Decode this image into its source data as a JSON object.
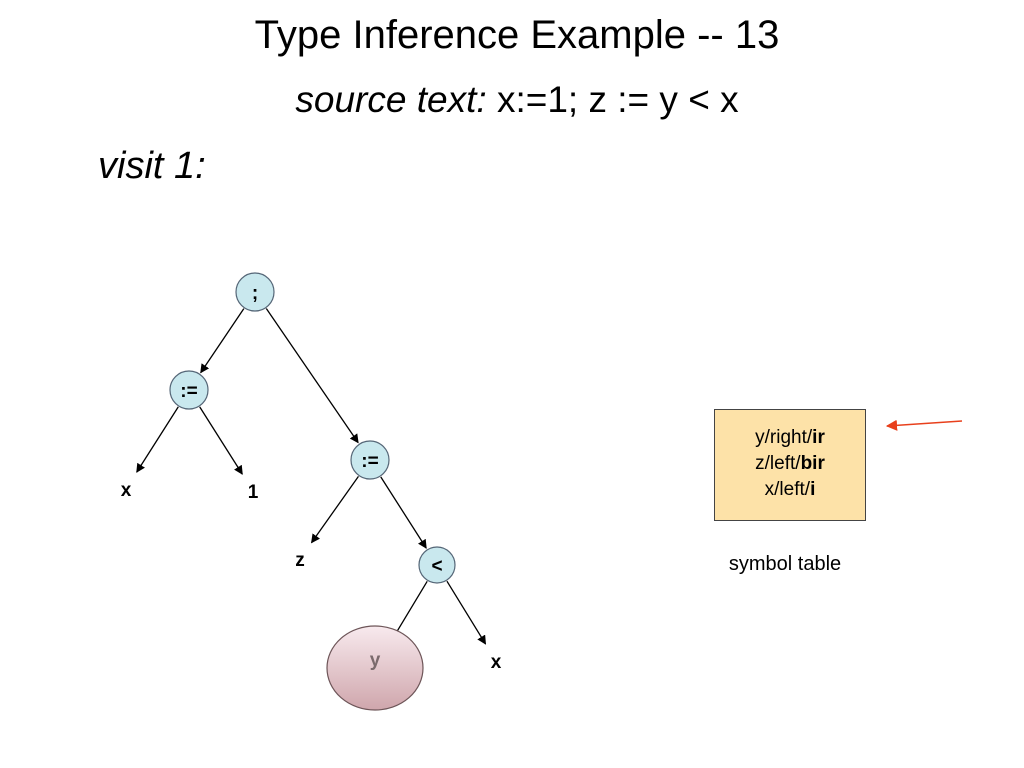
{
  "slide": {
    "title": "Type Inference Example -- 13",
    "subtitle_label": "source text:",
    "subtitle_code": " x:=1; z := y < x",
    "visit_label": "visit 1:"
  },
  "tree": {
    "nodes": [
      {
        "id": "root",
        "label": ";",
        "kind": "op"
      },
      {
        "id": "assign1",
        "label": ":=",
        "kind": "op"
      },
      {
        "id": "assign2",
        "label": ":=",
        "kind": "op"
      },
      {
        "id": "lt",
        "label": "<",
        "kind": "op"
      },
      {
        "id": "y",
        "label": "y",
        "kind": "current"
      },
      {
        "id": "x1",
        "label": "x",
        "kind": "leaf"
      },
      {
        "id": "one",
        "label": "1",
        "kind": "leaf"
      },
      {
        "id": "z",
        "label": "z",
        "kind": "leaf"
      },
      {
        "id": "x2",
        "label": "x",
        "kind": "leaf"
      }
    ],
    "edges": [
      {
        "from": "root",
        "to": "assign1"
      },
      {
        "from": "root",
        "to": "assign2"
      },
      {
        "from": "assign1",
        "to": "x1"
      },
      {
        "from": "assign1",
        "to": "one"
      },
      {
        "from": "assign2",
        "to": "z"
      },
      {
        "from": "assign2",
        "to": "lt"
      },
      {
        "from": "lt",
        "to": "y"
      },
      {
        "from": "lt",
        "to": "x2"
      }
    ]
  },
  "symbol_table": {
    "caption": "symbol table",
    "rows": [
      {
        "prefix": "y/right/",
        "type": "ir"
      },
      {
        "prefix": "z/left/",
        "type": "bir"
      },
      {
        "prefix": "x/left/",
        "type": "i"
      }
    ],
    "pointer_target_row": 0
  },
  "colors": {
    "op_node_fill": "#c9e8ee",
    "current_node_fill_top": "#f8eaee",
    "current_node_fill_bottom": "#cfa6ac",
    "current_node_label": "#7a6a6c",
    "edge": "#000000",
    "symbol_table_fill": "#fde2a8",
    "pointer_arrow": "#e8401c"
  }
}
